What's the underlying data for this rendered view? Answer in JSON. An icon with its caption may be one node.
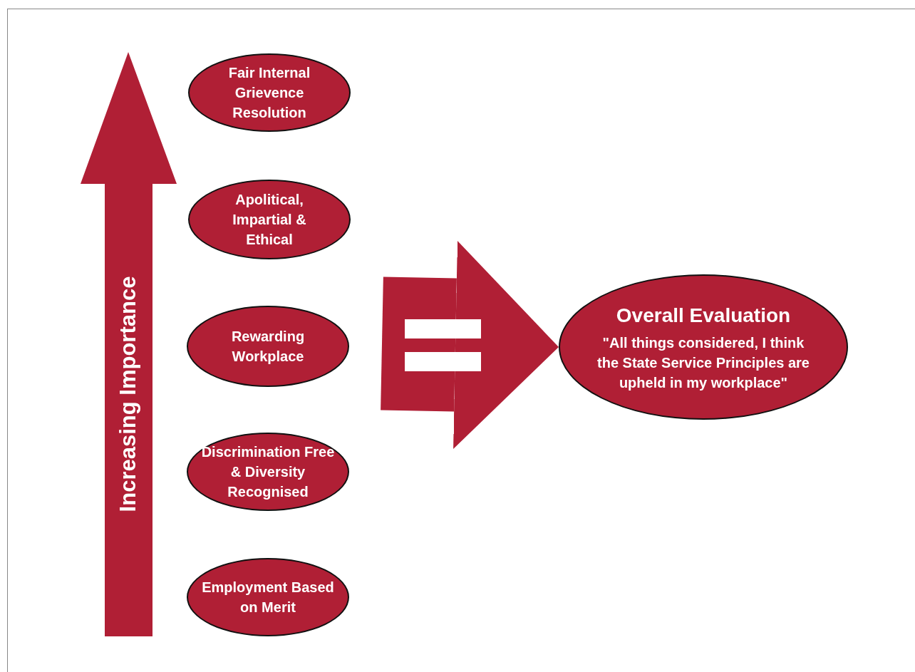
{
  "diagram": {
    "nodes": [
      {
        "text": [
          "Fair Internal Grievence Resolution"
        ]
      },
      {
        "text": [
          "Apolitical, Impartial & Ethical"
        ]
      },
      {
        "text": [
          "Rewarding Workplace"
        ]
      },
      {
        "text": [
          "Discrimination Free & Diversity Recognised"
        ]
      },
      {
        "text": [
          "Employment Based on Merit"
        ]
      },
      {
        "text": [
          "Overall Evaluation",
          "\"All things considered, I think the State Service Principles are upheld in my workplace\""
        ]
      }
    ],
    "edges": [
      {
        "from": null,
        "to": 5,
        "arrow": "to"
      }
    ],
    "labels": [
      "Increasing Importance"
    ]
  }
}
